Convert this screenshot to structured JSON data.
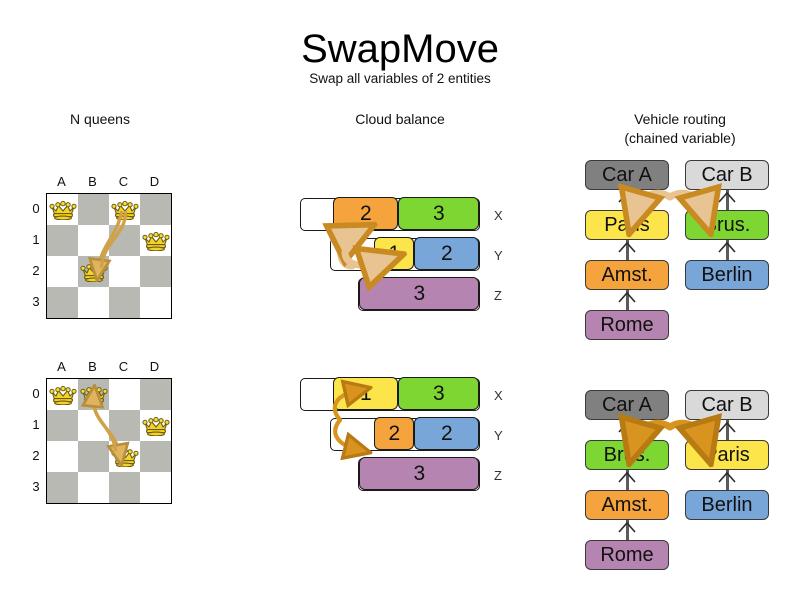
{
  "header": {
    "title": "SwapMove",
    "subtitle": "Swap all variables of 2 entities"
  },
  "columns": {
    "nqueens": "N queens",
    "cloud": "Cloud balance",
    "vrp_line1": "Vehicle routing",
    "vrp_line2": "(chained variable)"
  },
  "palette": {
    "orange": "#f5a33c",
    "green": "#7ed633",
    "yellow": "#fce54a",
    "blue": "#78a6d8",
    "purple": "#b584b0",
    "car_a_gray": "#808080",
    "car_b_gray": "#d9d9d9",
    "board_dark": "#b9b9b3",
    "board_light": "#ffffff",
    "arrow_light": "#e8c493",
    "arrow_dark": "#d9941f",
    "arrow_outline": "#c98a22"
  },
  "nqueens": {
    "files": [
      "A",
      "B",
      "C",
      "D"
    ],
    "ranks": [
      "0",
      "1",
      "2",
      "3"
    ],
    "before": {
      "queens": [
        {
          "file": 0,
          "rank": 0
        },
        {
          "file": 2,
          "rank": 0
        },
        {
          "file": 3,
          "rank": 1
        },
        {
          "file": 1,
          "rank": 2
        }
      ],
      "move_from": {
        "file": 2,
        "rank": 0
      },
      "move_to": {
        "file": 1,
        "rank": 2
      }
    },
    "after": {
      "queens": [
        {
          "file": 0,
          "rank": 0
        },
        {
          "file": 1,
          "rank": 0
        },
        {
          "file": 3,
          "rank": 1
        },
        {
          "file": 2,
          "rank": 2
        }
      ],
      "move_from": {
        "file": 1,
        "rank": 0
      },
      "move_to": {
        "file": 2,
        "rank": 2
      }
    }
  },
  "cloud": {
    "before": {
      "rows": [
        {
          "label": "X",
          "segments": [
            {
              "value": "2",
              "color": "#f5a33c"
            },
            {
              "value": "3",
              "color": "#7ed633"
            }
          ]
        },
        {
          "label": "Y",
          "segments": [
            {
              "value": "1",
              "color": "#fce54a"
            },
            {
              "value": "2",
              "color": "#78a6d8"
            }
          ]
        },
        {
          "label": "Z",
          "segments": [
            {
              "value": "3",
              "color": "#b584b0"
            }
          ]
        }
      ]
    },
    "after": {
      "rows": [
        {
          "label": "X",
          "segments": [
            {
              "value": "1",
              "color": "#fce54a"
            },
            {
              "value": "3",
              "color": "#7ed633"
            }
          ]
        },
        {
          "label": "Y",
          "segments": [
            {
              "value": "2",
              "color": "#f5a33c"
            },
            {
              "value": "2",
              "color": "#78a6d8"
            }
          ]
        },
        {
          "label": "Z",
          "segments": [
            {
              "value": "3",
              "color": "#b584b0"
            }
          ]
        }
      ]
    }
  },
  "vrp": {
    "before": {
      "vehicle_a": "Car A",
      "vehicle_b": "Car B",
      "chain_a": [
        "Paris",
        "Amst.",
        "Rome"
      ],
      "chain_b": [
        "Brus.",
        "Berlin"
      ]
    },
    "after": {
      "vehicle_a": "Car A",
      "vehicle_b": "Car B",
      "chain_a": [
        "Brus.",
        "Amst.",
        "Rome"
      ],
      "chain_b": [
        "Paris",
        "Berlin"
      ]
    },
    "node_colors": {
      "Paris": "#fce54a",
      "Brus.": "#7ed633",
      "Amst.": "#f5a33c",
      "Rome": "#b584b0",
      "Berlin": "#78a6d8"
    }
  }
}
